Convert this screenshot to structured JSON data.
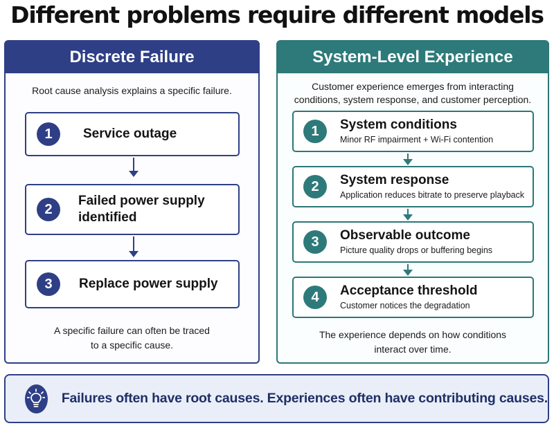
{
  "title": "Different problems require different models",
  "left_panel": {
    "heading": "Discrete Failure",
    "intro": "Root cause analysis explains a specific failure.",
    "steps": [
      {
        "number": "1",
        "title": "Service outage"
      },
      {
        "number": "2",
        "title_line1": "Failed power supply",
        "title_line2": "identified"
      },
      {
        "number": "3",
        "title": "Replace power supply"
      }
    ],
    "outro_line1": "A specific failure can often be traced",
    "outro_line2": "to a specific cause."
  },
  "right_panel": {
    "heading": "System-Level Experience",
    "intro_line1": "Customer experience emerges from interacting",
    "intro_line2": "conditions, system response, and customer perception.",
    "steps": [
      {
        "number": "1",
        "title": "System conditions",
        "subtitle": "Minor RF impairment + Wi-Fi contention"
      },
      {
        "number": "2",
        "title": "System response",
        "subtitle": "Application reduces bitrate to preserve playback"
      },
      {
        "number": "3",
        "title": "Observable outcome",
        "subtitle": "Picture quality drops or buffering begins"
      },
      {
        "number": "4",
        "title": "Acceptance threshold",
        "subtitle": "Customer notices the degradation"
      }
    ],
    "outro_line1": "The experience depends on how conditions",
    "outro_line2": "interact over time."
  },
  "banner": {
    "icon": "lightbulb-icon",
    "text": "Failures often have root causes. Experiences often have contributing causes."
  },
  "colors": {
    "navy": "#2e3f86",
    "teal": "#2e7a7a",
    "banner_bg": "#e9eef8"
  }
}
